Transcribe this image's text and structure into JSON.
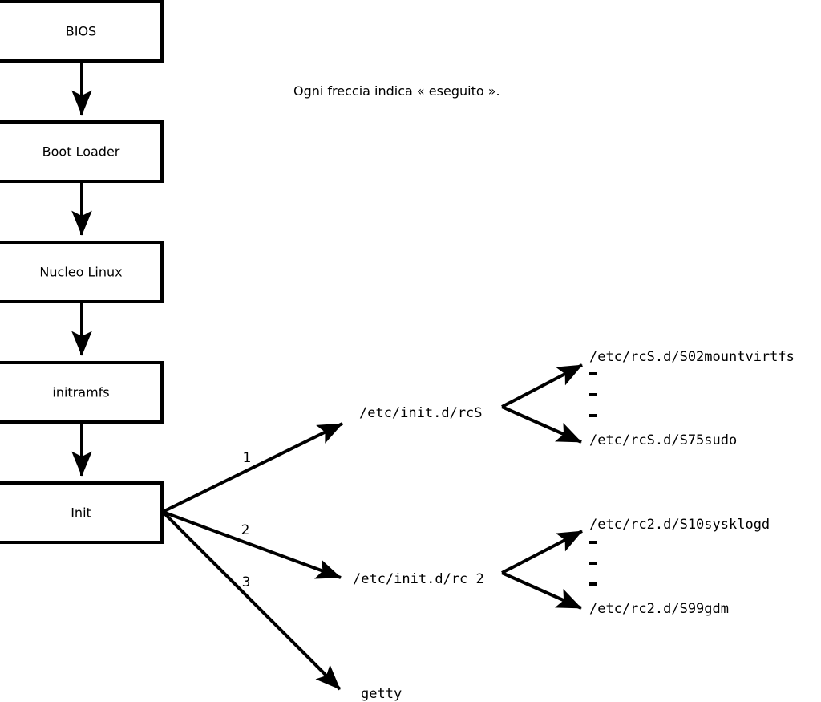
{
  "diagram": {
    "caption": "Ogni freccia indica « eseguito ».",
    "boot_chain": [
      {
        "id": "bios",
        "label": "BIOS"
      },
      {
        "id": "boot-loader",
        "label": "Boot Loader"
      },
      {
        "id": "kernel",
        "label": "Nucleo Linux"
      },
      {
        "id": "initramfs",
        "label": "initramfs"
      },
      {
        "id": "init",
        "label": "Init"
      }
    ],
    "init_branches": [
      {
        "number": "1",
        "target": "/etc/init.d/rcS"
      },
      {
        "number": "2",
        "target": "/etc/init.d/rc 2"
      },
      {
        "number": "3",
        "target": "getty"
      }
    ],
    "rcs_scripts": {
      "first": "/etc/rcS.d/S02mountvirtfs",
      "ellipsis": [
        "-",
        "-",
        "-"
      ],
      "last": "/etc/rcS.d/S75sudo"
    },
    "rc2_scripts": {
      "first": "/etc/rc2.d/S10sysklogd",
      "ellipsis": [
        "-",
        "-",
        "-"
      ],
      "last": "/etc/rc2.d/S99gdm"
    },
    "colors": {
      "stroke": "#000000",
      "fill": "#ffffff",
      "background": "#ffffff"
    }
  }
}
